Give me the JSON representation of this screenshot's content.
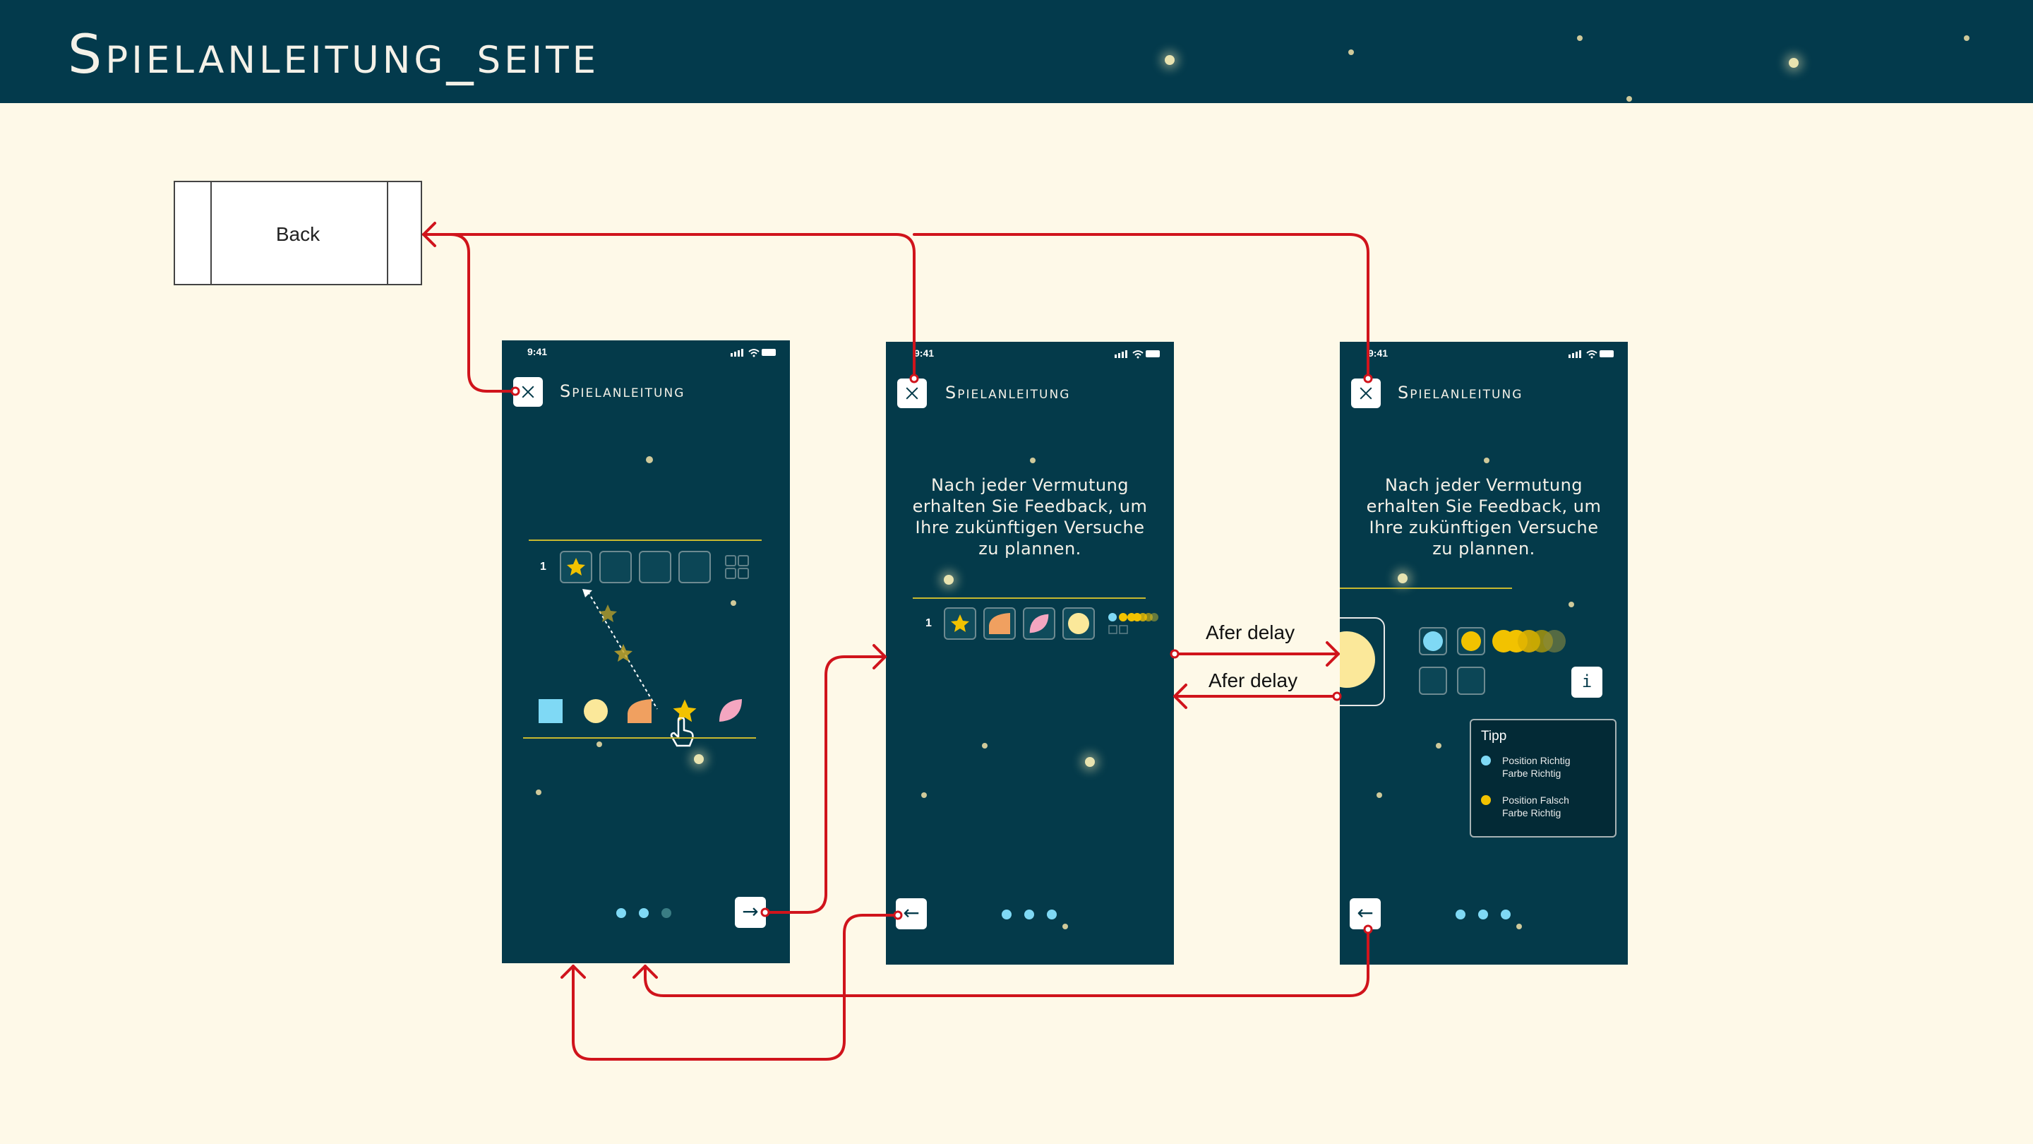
{
  "header": {
    "title": "Spielanleitung_seite"
  },
  "back_box": {
    "label": "Back"
  },
  "screens": [
    {
      "time": "9:41",
      "title": "Spielanleitung",
      "row_number": "1",
      "page_dots": 3,
      "active_dot": 2,
      "nav_icon": "arrow-right-icon"
    },
    {
      "time": "9:41",
      "title": "Spielanleitung",
      "text": "Nach jeder Vermutung erhalten Sie Feedback, um Ihre zukünftigen Versuche zu plannen.",
      "row_number": "1",
      "page_dots": 3,
      "nav_icon": "arrow-left-icon"
    },
    {
      "time": "9:41",
      "title": "Spielanleitung",
      "text": "Nach jeder Vermutung erhalten Sie Feedback, um Ihre zukünftigen Versuche zu plannen.",
      "info_label": "i",
      "tip": {
        "title": "Tipp",
        "items": [
          {
            "text": "Position Richtig Farbe Richtig",
            "color": "#7fd9f5"
          },
          {
            "text": "Position Falsch Farbe Richtig",
            "color": "#f2c200"
          }
        ]
      },
      "page_dots": 3,
      "nav_icon": "arrow-left-icon"
    }
  ],
  "flow": {
    "forward_label": "Afer delay",
    "backward_label": "Afer delay",
    "arrow_color": "#d0141c"
  },
  "colors": {
    "background": "#fef9e8",
    "header": "#033a4c",
    "phone": "#043a4a",
    "accent_yellow": "#f2c200",
    "accent_cyan": "#7fd9f5",
    "shape_peach": "#f0a060",
    "shape_pink": "#f4a6c0",
    "shape_cream": "#fbe89a"
  }
}
